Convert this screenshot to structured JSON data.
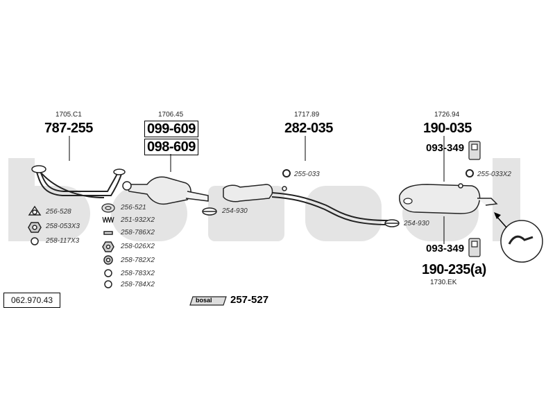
{
  "watermark": "bosal",
  "catalog_number": "062.970.43",
  "sections": [
    {
      "ref": "1705.C1",
      "part": "787-255"
    },
    {
      "ref": "1706.45",
      "parts": [
        "099-609",
        "098-609"
      ]
    },
    {
      "ref": "1717.89",
      "part": "282-035"
    },
    {
      "ref": "1726.94",
      "part": "190-035"
    },
    {
      "ref": "1730.EK",
      "part": "190-235(a)"
    }
  ],
  "hangers": {
    "top_right": "093-349",
    "bottom_right": "093-349"
  },
  "fittings": {
    "left": [
      "256-528",
      "258-053X3",
      "258-117X3"
    ],
    "middle": [
      "256-521",
      "251-932X2",
      "258-786X2",
      "258-026X2",
      "258-782X2",
      "258-783X2",
      "258-784X2"
    ],
    "clamp_1": "254-930",
    "rubber_1": "255-033",
    "clamp_2": "254-930",
    "rubber_2": "255-033X2"
  },
  "kit": {
    "brand": "bosal",
    "part": "257-527"
  }
}
